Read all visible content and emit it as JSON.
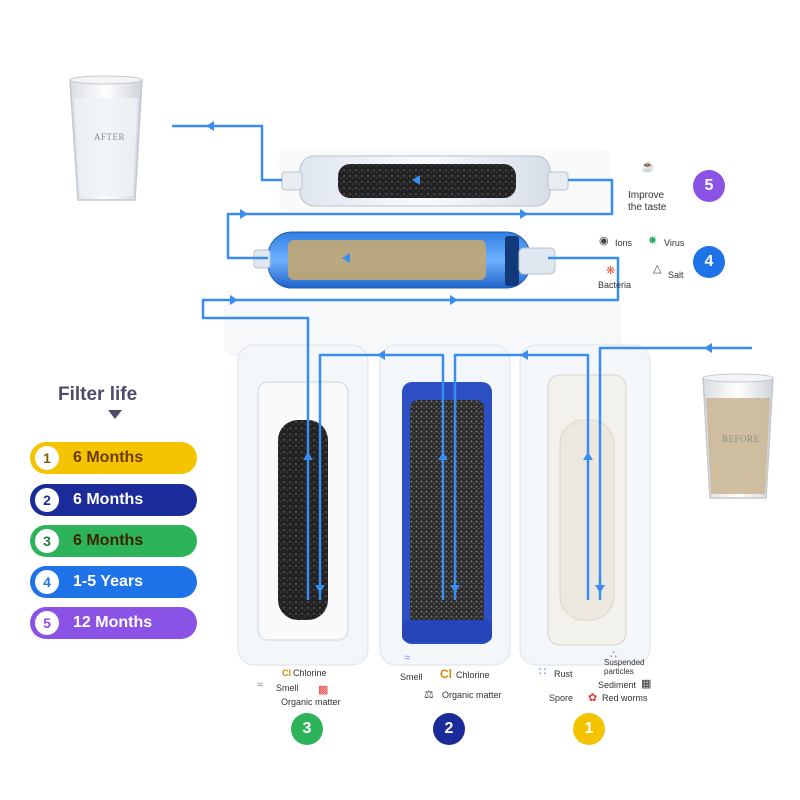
{
  "glass_after_label": "AFTER",
  "glass_before_label": "BEFORE",
  "filter_life": {
    "title": "Filter life",
    "items": [
      {
        "num": "1",
        "label": "6 Months"
      },
      {
        "num": "2",
        "label": "6 Months"
      },
      {
        "num": "3",
        "label": "6 Months"
      },
      {
        "num": "4",
        "label": "1-5 Years"
      },
      {
        "num": "5",
        "label": "12 Months"
      }
    ]
  },
  "stage_badges": {
    "one": "1",
    "two": "2",
    "three": "3",
    "four": "4",
    "five": "5"
  },
  "stage5_notes": {
    "line1": "Improve",
    "line2": "the taste"
  },
  "stage4_notes": {
    "ions": "Ions",
    "virus": "Virus",
    "bacteria": "Bacteria",
    "salt": "Salt"
  },
  "stage3_notes": {
    "chlorine_symbol": "Cl",
    "chlorine": "Chlorine",
    "smell": "Smell",
    "organic": "Organic matter"
  },
  "stage2_notes": {
    "smell": "Smell",
    "chlorine_symbol": "Cl",
    "chlorine": "Chlorine",
    "organic": "Organic matter"
  },
  "stage1_notes": {
    "rust": "Rust",
    "spore": "Spore",
    "suspended1": "Suspended",
    "suspended2": "particles",
    "sediment": "Sediment",
    "red_worms": "Red worms"
  },
  "colors": {
    "flow_line": "#3a8df0",
    "yellow": "#f5c400",
    "navy": "#1b2c9a",
    "green": "#2db35a",
    "blue": "#1e73e8",
    "purple": "#8b52e6"
  },
  "icons": {
    "flow_arrow": "arrow-icon",
    "stage5": "glass-icon",
    "ions": "ions-icon",
    "virus": "virus-icon",
    "bacteria": "bacteria-icon",
    "salt": "salt-icon",
    "smell": "smell-icon",
    "organic": "organic-matter-icon",
    "rust": "rust-icon",
    "spore": "spore-icon",
    "suspended": "particles-icon",
    "sediment": "sediment-icon",
    "red_worms": "worm-icon"
  }
}
